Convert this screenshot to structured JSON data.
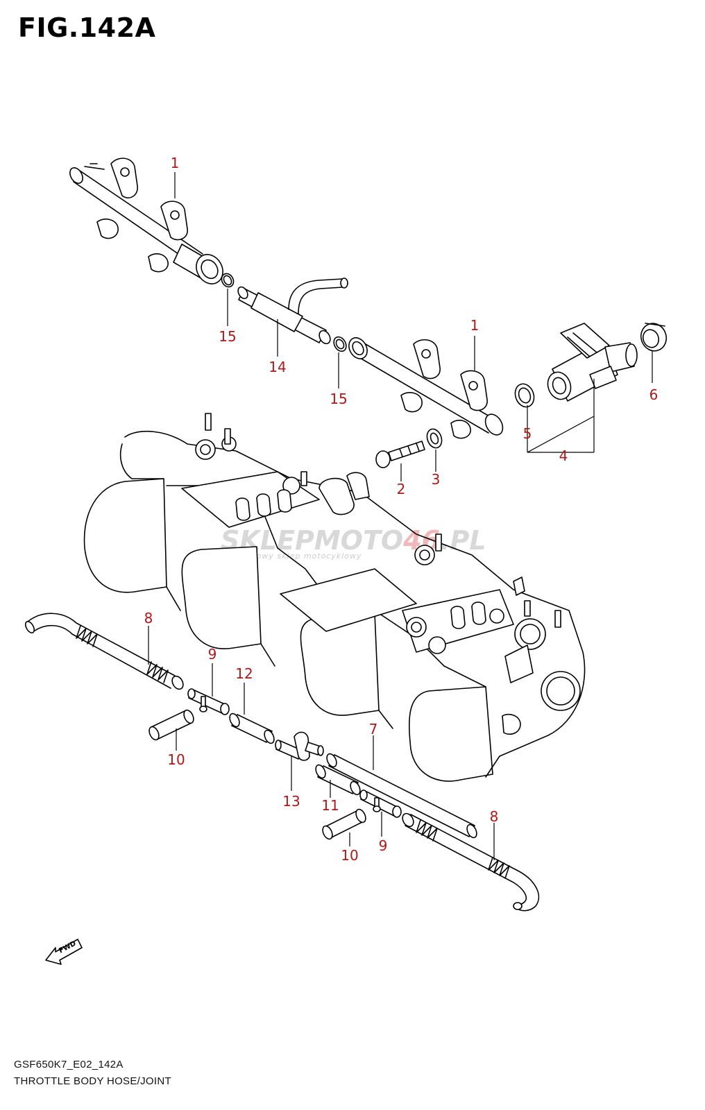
{
  "figure": {
    "title": "FIG.142A",
    "code": "GSF650K7_E02_142A",
    "caption": "THROTTLE BODY HOSE/JOINT"
  },
  "watermark": {
    "main": "SKLEPMOTO",
    "accent": "46",
    "suffix": ".PL",
    "sub": "internetowy sklep motocyklowy"
  },
  "fwd_marker": {
    "label": "FWD"
  },
  "callouts": [
    {
      "id": "c1a",
      "label": "1"
    },
    {
      "id": "c15a",
      "label": "15"
    },
    {
      "id": "c14",
      "label": "14"
    },
    {
      "id": "c15b",
      "label": "15"
    },
    {
      "id": "c1b",
      "label": "1"
    },
    {
      "id": "c6",
      "label": "6"
    },
    {
      "id": "c5",
      "label": "5"
    },
    {
      "id": "c4",
      "label": "4"
    },
    {
      "id": "c2",
      "label": "2"
    },
    {
      "id": "c3",
      "label": "3"
    },
    {
      "id": "c8a",
      "label": "8"
    },
    {
      "id": "c9a",
      "label": "9"
    },
    {
      "id": "c12",
      "label": "12"
    },
    {
      "id": "c10a",
      "label": "10"
    },
    {
      "id": "c7",
      "label": "7"
    },
    {
      "id": "c13",
      "label": "13"
    },
    {
      "id": "c11",
      "label": "11"
    },
    {
      "id": "c10b",
      "label": "10"
    },
    {
      "id": "c9b",
      "label": "9"
    },
    {
      "id": "c8b",
      "label": "8"
    }
  ],
  "colors": {
    "callout": "#b01818",
    "line": "#000000",
    "background": "#ffffff"
  }
}
